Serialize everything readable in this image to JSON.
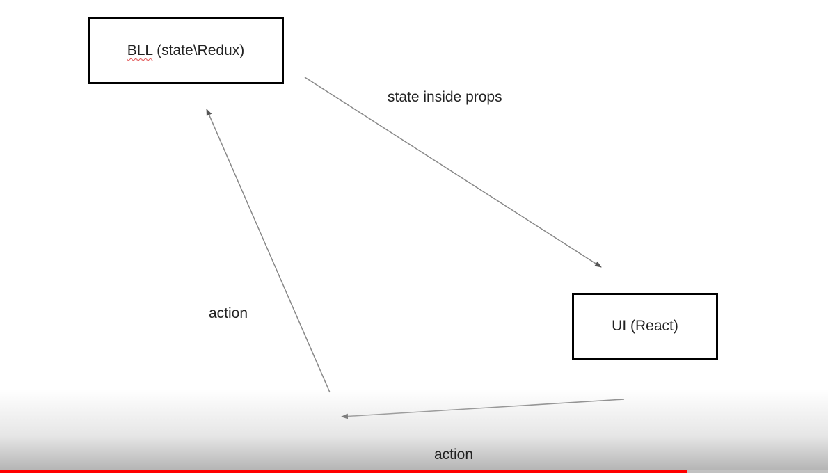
{
  "diagram": {
    "bll_box": {
      "name": "BLL",
      "rest": " (state\\Redux)"
    },
    "ui_box": {
      "label": "UI (React)"
    },
    "edge_labels": {
      "state_to_ui": "state inside props",
      "action_left": "action",
      "action_bottom": "action"
    }
  },
  "player": {
    "progress_fraction": 0.83,
    "progress_color": "#ff0000"
  }
}
